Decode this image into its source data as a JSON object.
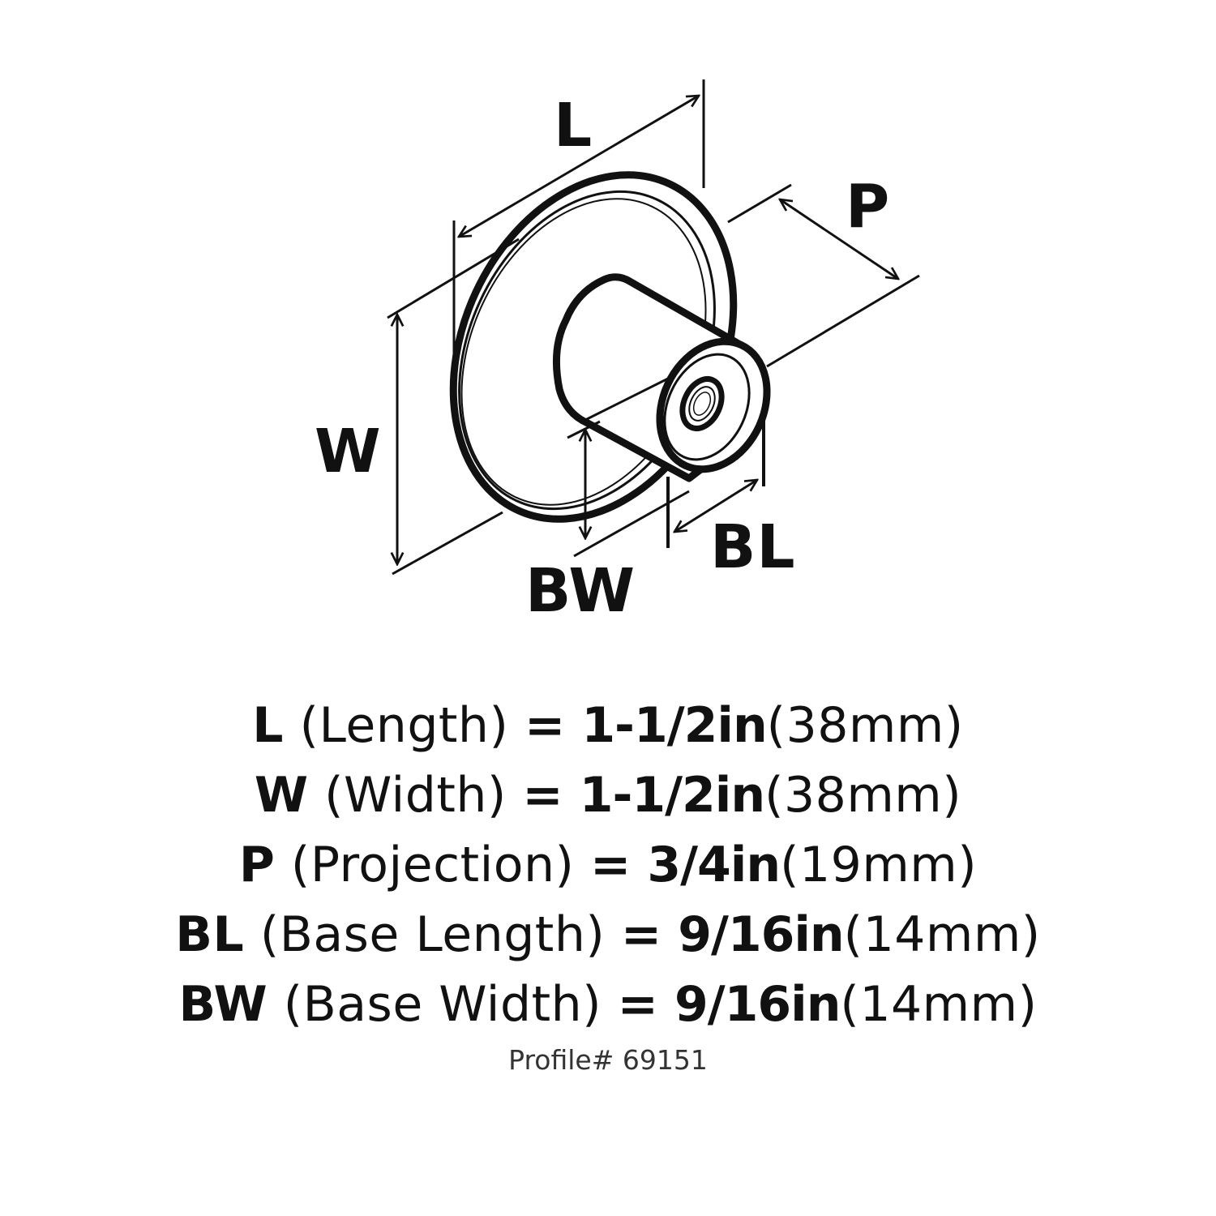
{
  "diagram": {
    "subject": "cabinet knob with round backplate",
    "labels": {
      "L": "L",
      "W": "W",
      "P": "P",
      "BL": "BL",
      "BW": "BW"
    },
    "colors": {
      "ink": "#111111",
      "background": "#ffffff"
    }
  },
  "specs": [
    {
      "abbr": "L",
      "name": "(Length)",
      "eq": "=",
      "imperial": "1-1/2in",
      "metric": "(38mm)"
    },
    {
      "abbr": "W",
      "name": "(Width)",
      "eq": "=",
      "imperial": "1-1/2in",
      "metric": "(38mm)"
    },
    {
      "abbr": "P",
      "name": "(Projection)",
      "eq": "=",
      "imperial": "3/4in",
      "metric": "(19mm)"
    },
    {
      "abbr": "BL",
      "name": "(Base Length)",
      "eq": "=",
      "imperial": "9/16in",
      "metric": "(14mm)"
    },
    {
      "abbr": "BW",
      "name": "(Base Width)",
      "eq": "=",
      "imperial": "9/16in",
      "metric": "(14mm)"
    }
  ],
  "profile": "Profile# 69151"
}
